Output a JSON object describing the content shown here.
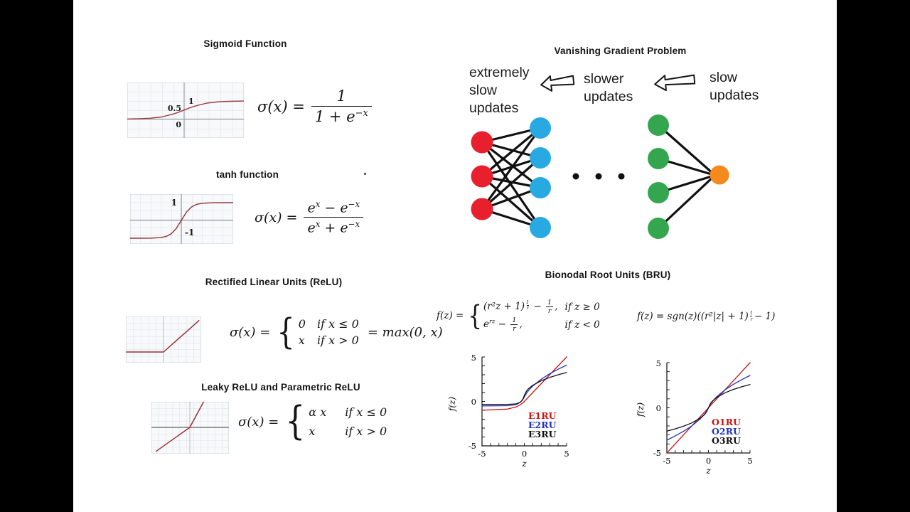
{
  "slide": {
    "background": "#ffffff",
    "letterbox_color": "#000000"
  },
  "headings": {
    "sigmoid": "Sigmoid Function",
    "tanh": "tanh function",
    "relu": "Rectified Linear Units (ReLU)",
    "leaky": "Leaky ReLU and Parametric ReLU",
    "vanishing": "Vanishing Gradient Problem",
    "bru": "Bionodal Root Units (BRU)"
  },
  "stray_mark": "·",
  "sigmoid_formula": {
    "lhs": "σ(x) =",
    "num": "1",
    "den_base": "1 + e",
    "den_sup": "−x"
  },
  "tanh_formula": {
    "lhs": "σ(x) =",
    "num_b1": "e",
    "num_s1": "x",
    "num_b2": " − e",
    "num_s2": "−x",
    "den_b1": "e",
    "den_s1": "x",
    "den_b2": " + e",
    "den_s2": "−x"
  },
  "relu_formula": {
    "lhs": "σ(x) =",
    "cases": [
      {
        "val": "0",
        "cond": "if x ≤ 0"
      },
      {
        "val": "x",
        "cond": "if x > 0"
      }
    ],
    "suffix": "= max(0, x)"
  },
  "leaky_formula": {
    "lhs": "σ(x) =",
    "cases": [
      {
        "val": "α x",
        "cond": "if x ≤ 0"
      },
      {
        "val": "x",
        "cond": "if x > 0"
      }
    ]
  },
  "vanishing": {
    "labels": [
      "extremely slow updates",
      "slower updates",
      "slow updates"
    ]
  },
  "network": {
    "input_color": "#e8202d",
    "hidden_color": "#29a9e1",
    "deep_color": "#33a64f",
    "output_color": "#f6891e",
    "edge_color": "#111111"
  },
  "bru": {
    "formula_left": {
      "lhs": "f(z) =",
      "c1": {
        "base": "(r²z + 1)",
        "exp_n": "1",
        "exp_d": "r",
        "minus": " − ",
        "m_n": "1",
        "m_d": "r",
        "comma": ",",
        "cond": "if z ≥ 0"
      },
      "c2": {
        "base": "e",
        "sup": "rz",
        "minus": " − ",
        "m_n": "1",
        "m_d": "r",
        "comma": ",",
        "cond": "if z < 0"
      }
    },
    "formula_right": {
      "pre": "f(z) = sgn(z)((r²|z| + 1)",
      "exp_n": "1",
      "exp_d": "r",
      "post": " − 1)"
    }
  },
  "chart_data": [
    {
      "id": "sigmoid-mini",
      "type": "line",
      "title": "Sigmoid Function",
      "xlim": [
        -5,
        5.25
      ],
      "ylim": [
        -1.04,
        2.02
      ],
      "grid": true,
      "annotations": [
        "1",
        "0.5",
        "0"
      ],
      "x": [
        -5,
        -4,
        -3,
        -2,
        -1,
        -0.5,
        0,
        0.5,
        1,
        2,
        3,
        4,
        5.25
      ],
      "series": [
        {
          "name": "sigmoid",
          "color": "#9b3a40",
          "values": [
            0.007,
            0.018,
            0.047,
            0.119,
            0.269,
            0.378,
            0.5,
            0.622,
            0.731,
            0.881,
            0.953,
            0.982,
            0.995
          ]
        }
      ]
    },
    {
      "id": "tanh-mini",
      "type": "line",
      "title": "tanh function",
      "xlim": [
        -5,
        5.07
      ],
      "ylim": [
        -1.32,
        1.48
      ],
      "grid": true,
      "annotations": [
        "1",
        "-1"
      ],
      "x": [
        -5,
        -3,
        -2,
        -1.5,
        -1,
        -0.5,
        0,
        0.5,
        1,
        1.5,
        2,
        3,
        5.07
      ],
      "series": [
        {
          "name": "tanh",
          "color": "#8e3339",
          "values": [
            -1,
            -0.995,
            -0.964,
            -0.905,
            -0.762,
            -0.462,
            0,
            0.462,
            0.762,
            0.905,
            0.964,
            0.995,
            1
          ]
        }
      ]
    },
    {
      "id": "relu-mini",
      "type": "line",
      "title": "Rectified Linear Units (ReLU)",
      "xlim": [
        -5,
        5
      ],
      "ylim": [
        -1.6,
        5.32
      ],
      "grid": true,
      "annotations": [],
      "x": [
        -5,
        0,
        4.7
      ],
      "series": [
        {
          "name": "relu",
          "color": "#9b3138",
          "values": [
            0,
            0,
            4.7
          ]
        }
      ]
    },
    {
      "id": "leaky-relu-mini",
      "type": "line",
      "title": "Leaky ReLU and Parametric ReLU",
      "xlim": [
        -5,
        5.1
      ],
      "ylim": [
        -1.8,
        1.75
      ],
      "grid": true,
      "annotations": [],
      "x": [
        -4.4,
        0,
        1.78
      ],
      "series": [
        {
          "name": "leaky-relu",
          "color": "#9b3138",
          "values": [
            -1.64,
            0,
            1.73
          ]
        }
      ]
    },
    {
      "id": "bru-exponential",
      "type": "line",
      "title": "Bionodal Root Units (E-type)",
      "xlabel": "z",
      "ylabel": "f(z)",
      "xlim": [
        -5,
        5
      ],
      "ylim": [
        -5,
        5
      ],
      "grid": false,
      "x_ticks": [
        "-5",
        "0",
        "5"
      ],
      "y_ticks": [
        "5",
        "0",
        "-5"
      ],
      "legend": [
        "E1RU",
        "E2RU",
        "E3RU"
      ],
      "legend_position": "lower right",
      "x": [
        -5,
        -2,
        -1,
        -0.5,
        -0.25,
        -0.1,
        0,
        0.25,
        0.5,
        1,
        2,
        3,
        4,
        5
      ],
      "series": [
        {
          "name": "E1RU",
          "color": "#cc1111",
          "values": [
            -0.99,
            -0.86,
            -0.63,
            -0.39,
            -0.22,
            -0.1,
            0,
            0.25,
            0.5,
            1,
            2,
            3,
            4,
            5
          ]
        },
        {
          "name": "E2RU",
          "color": "#2233bb",
          "values": [
            -0.5,
            -0.48,
            -0.37,
            -0.13,
            0.11,
            0.32,
            0.5,
            0.91,
            1.23,
            1.74,
            2.5,
            3.11,
            3.62,
            4.08
          ]
        },
        {
          "name": "E3RU",
          "color": "#111111",
          "values": [
            -0.33,
            -0.33,
            -0.28,
            -0.11,
            0.14,
            0.41,
            0.67,
            1.15,
            1.43,
            1.82,
            2.33,
            2.7,
            3.0,
            3.25
          ]
        }
      ]
    },
    {
      "id": "bru-odd",
      "type": "line",
      "title": "Bionodal Root Units (O-type)",
      "xlabel": "z",
      "ylabel": "f(z)",
      "xlim": [
        -5,
        5
      ],
      "ylim": [
        -5,
        5
      ],
      "grid": false,
      "x_ticks": [
        "-5",
        "0",
        "5"
      ],
      "y_ticks": [
        "5",
        "0",
        "-5"
      ],
      "legend": [
        "O1RU",
        "O2RU",
        "O3RU"
      ],
      "legend_position": "lower right",
      "x": [
        -5,
        -4,
        -3,
        -2,
        -1,
        -0.5,
        -0.25,
        0,
        0.25,
        0.5,
        1,
        2,
        3,
        4,
        5
      ],
      "series": [
        {
          "name": "O1RU",
          "color": "#cc1111",
          "values": [
            -5,
            -4,
            -3,
            -2,
            -1,
            -0.5,
            -0.25,
            0,
            0.25,
            0.5,
            1,
            2,
            3,
            4,
            5
          ]
        },
        {
          "name": "O2RU",
          "color": "#2233bb",
          "values": [
            -3.58,
            -3.12,
            -2.61,
            -2,
            -1.24,
            -0.73,
            -0.41,
            0,
            0.41,
            0.73,
            1.24,
            2,
            2.61,
            3.12,
            3.58
          ]
        },
        {
          "name": "O3RU",
          "color": "#111111",
          "values": [
            -2.58,
            -2.33,
            -2.04,
            -1.67,
            -1.15,
            -0.77,
            -0.48,
            0,
            0.48,
            0.77,
            1.15,
            1.67,
            2.04,
            2.33,
            2.58
          ]
        }
      ]
    }
  ]
}
